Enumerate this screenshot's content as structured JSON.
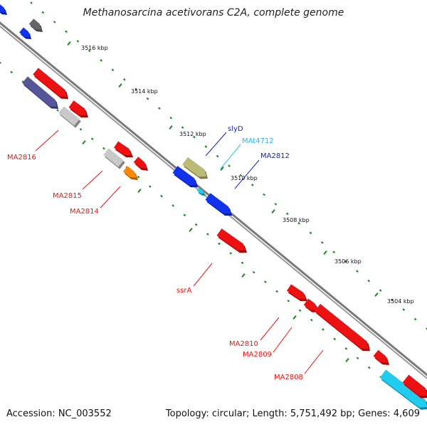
{
  "title": "Methanosarcina acetivorans C2A, complete genome",
  "footer": {
    "accession": "Accession: NC_003552",
    "info": "Topology: circular; Length: 5,751,492 bp; Genes: 4,609"
  },
  "colors": {
    "red": "#ee1111",
    "blue": "#1133ee",
    "navy": "#2233bb",
    "cyan": "#22ccee",
    "olive": "#bbbb77",
    "gray": "#c8c8c8",
    "darkgray": "#666666",
    "orange": "#ff8800",
    "purple": "#555599",
    "backbone": "#808080",
    "ticks": "#228822"
  },
  "tick_labels": [
    "3516 kbp",
    "3514 kbp",
    "3512 kbp",
    "3510 kbp",
    "3508 kbp",
    "3506 kbp",
    "3504 kbp"
  ],
  "gene_labels": {
    "slyD": "slyD",
    "MAt4712": "MAt4712",
    "MA2812": "MA2812",
    "MA2816": "MA2816",
    "MA2815": "MA2815",
    "MA2814": "MA2814",
    "ssrA": "ssrA",
    "MA2810": "MA2810",
    "MA2809": "MA2809",
    "MA2808": "MA2808"
  }
}
